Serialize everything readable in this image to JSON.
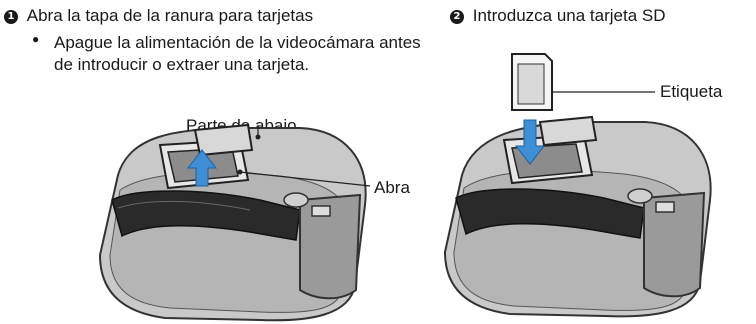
{
  "step1": {
    "number": "1",
    "title": "Abra la tapa de la ranura para tarjetas",
    "bullet": "Apague la alimentación de la videocámara antes de introducir o extraer una tarjeta."
  },
  "step2": {
    "number": "2",
    "title": "Introduzca una tarjeta SD"
  },
  "labels": {
    "bottom_part": "Parte de abajo",
    "open": "Abra",
    "label": "Etiqueta"
  }
}
